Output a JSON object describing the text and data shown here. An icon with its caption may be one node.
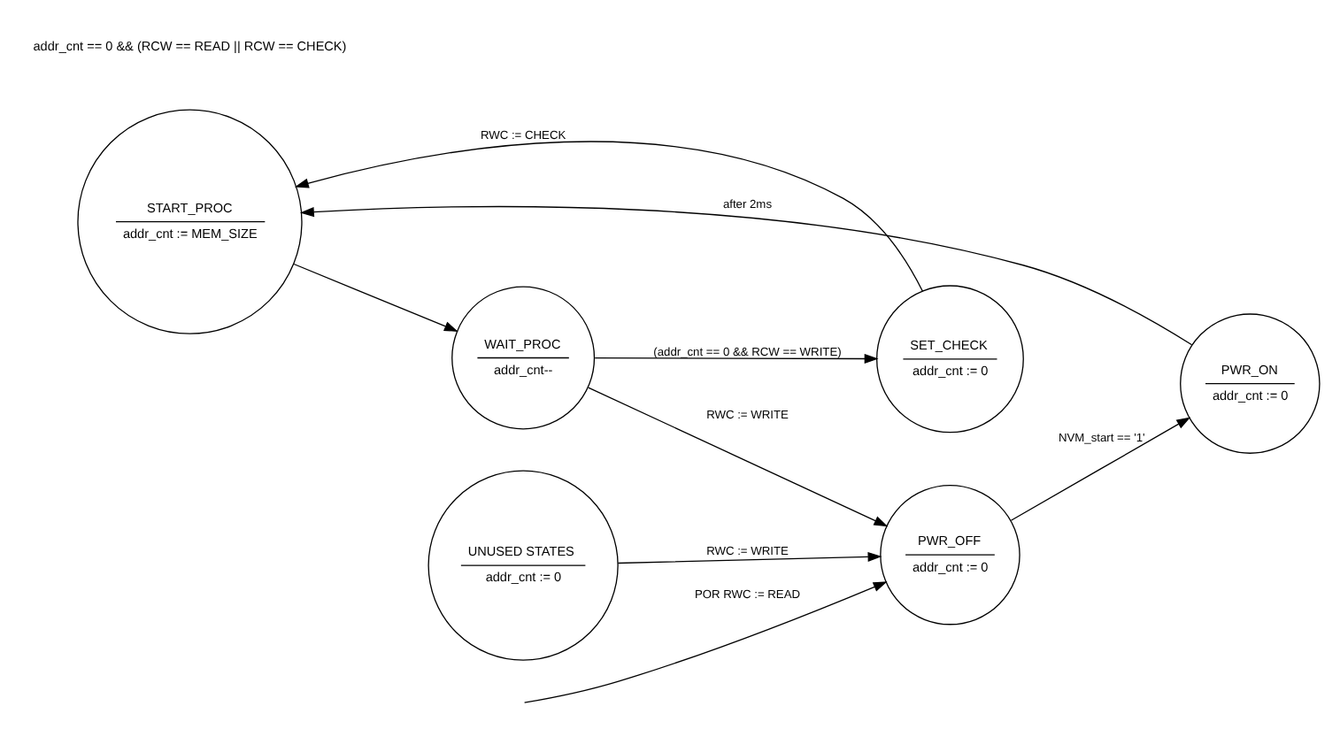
{
  "diagram": {
    "nodes": [
      {
        "text": [
          "START_PROC",
          "addr_cnt := MEM_SIZE"
        ]
      },
      {
        "text": [
          "PWR_ON",
          "addr_cnt := 0"
        ]
      },
      {
        "text": [
          "SET_CHECK",
          "addr_cnt := 0"
        ]
      },
      {
        "text": [
          "UNUSED STATES",
          "addr_cnt := 0"
        ]
      },
      {
        "text": [
          "WAIT_PROC",
          "addr_cnt--"
        ]
      },
      {
        "text": [
          "PWR_OFF",
          "addr_cnt := 0"
        ]
      }
    ],
    "edges": [
      {
        "from": 1,
        "to": 0,
        "arrow": "to",
        "label": "after 2ms"
      },
      {
        "from": 2,
        "to": 0,
        "arrow": "to",
        "label": "RWC := CHECK"
      },
      {
        "from": 0,
        "to": 4,
        "arrow": "to"
      },
      {
        "from": 4,
        "to": 2,
        "arrow": "to",
        "label": "(addr_cnt == 0 && RCW == WRITE)"
      },
      {
        "from": 4,
        "to": 5,
        "arrow": "to",
        "label": "RWC := WRITE"
      },
      {
        "from": 5,
        "to": 1,
        "arrow": "to",
        "label": "NVM_start == '1'"
      },
      {
        "from": 3,
        "to": 5,
        "arrow": "to",
        "label": "RWC := WRITE"
      },
      {
        "from": null,
        "to": 5,
        "arrow": "to",
        "label": "POR RWC := READ"
      }
    ],
    "labels": [
      "addr_cnt == 0 && (RCW == READ || RCW == CHECK)"
    ]
  }
}
